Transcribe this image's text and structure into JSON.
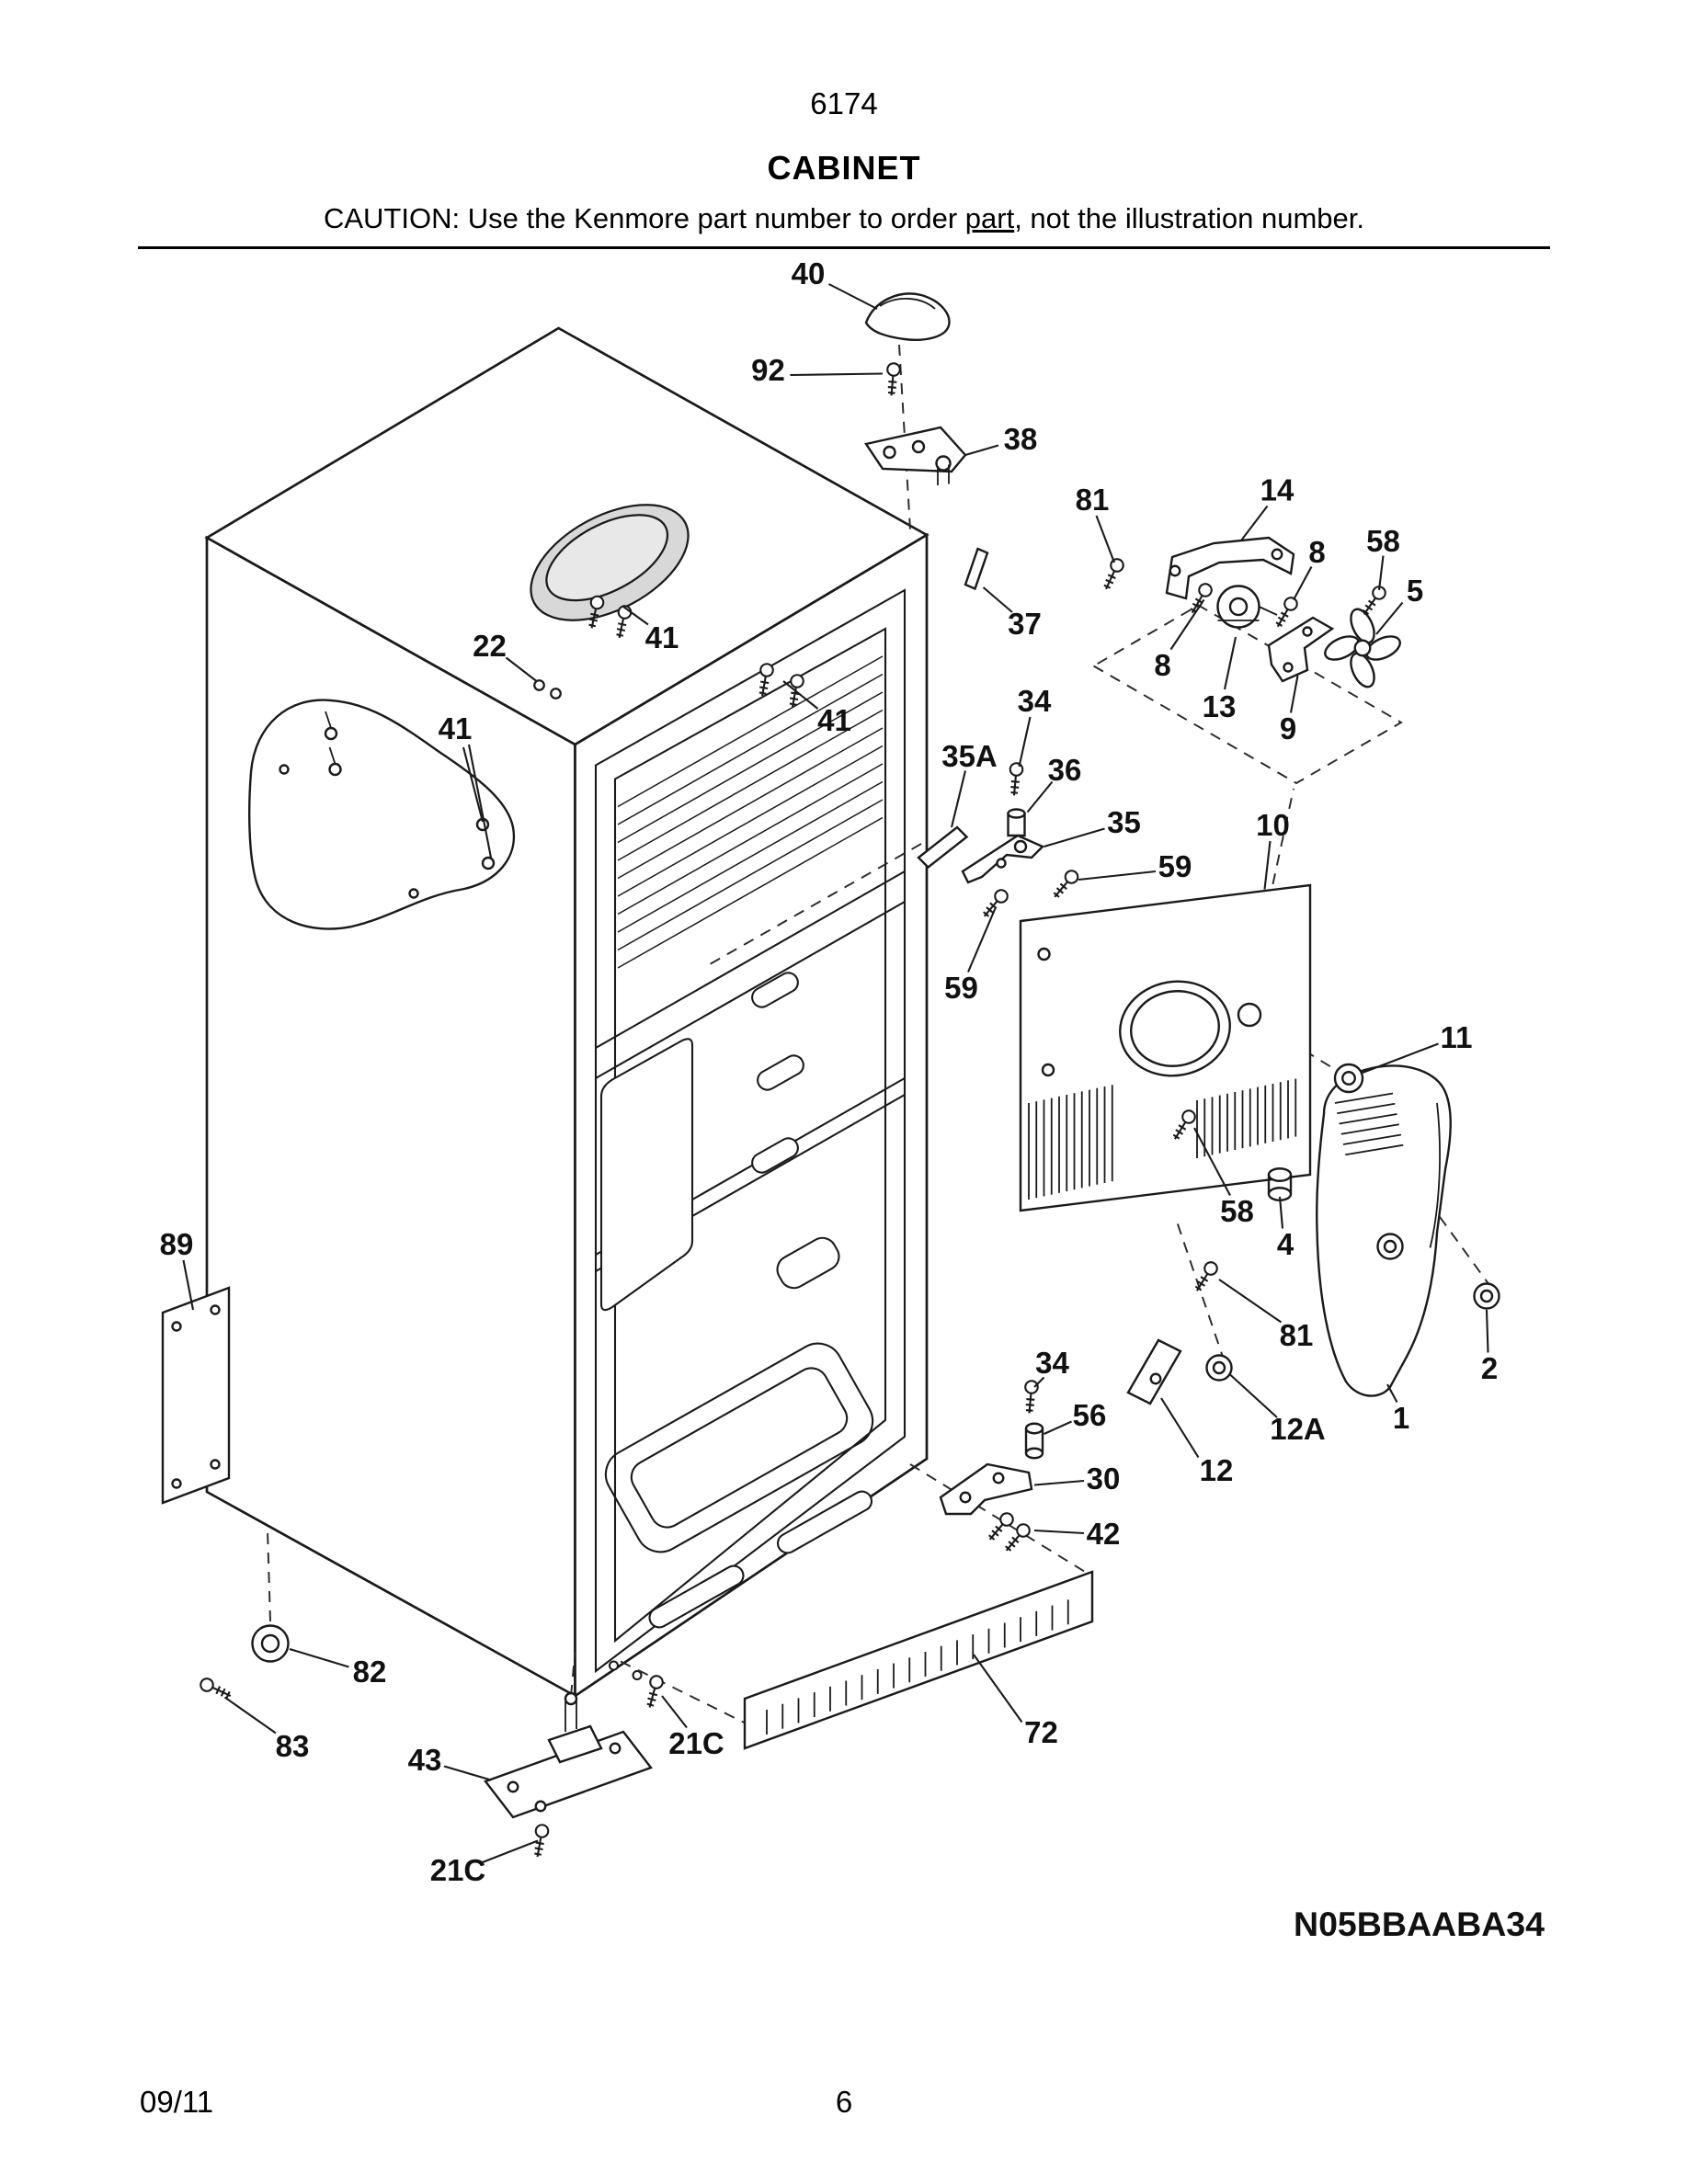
{
  "page": {
    "doc_number": "6174",
    "title": "CABINET",
    "caution_prefix": "CAUTION: Use the Kenmore part number to order ",
    "caution_underline": "part",
    "caution_suffix": ", not the illustration number.",
    "model_code": "N05BBAABA34",
    "footer_date": "09/11",
    "footer_page": "6"
  },
  "diagram": {
    "callouts": [
      {
        "label": "40"
      },
      {
        "label": "92"
      },
      {
        "label": "38"
      },
      {
        "label": "81"
      },
      {
        "label": "14"
      },
      {
        "label": "8"
      },
      {
        "label": "58"
      },
      {
        "label": "5"
      },
      {
        "label": "37"
      },
      {
        "label": "8"
      },
      {
        "label": "13"
      },
      {
        "label": "9"
      },
      {
        "label": "22"
      },
      {
        "label": "41"
      },
      {
        "label": "41"
      },
      {
        "label": "41"
      },
      {
        "label": "34"
      },
      {
        "label": "35A"
      },
      {
        "label": "36"
      },
      {
        "label": "35"
      },
      {
        "label": "59"
      },
      {
        "label": "10"
      },
      {
        "label": "59"
      },
      {
        "label": "11"
      },
      {
        "label": "58"
      },
      {
        "label": "4"
      },
      {
        "label": "89"
      },
      {
        "label": "81"
      },
      {
        "label": "2"
      },
      {
        "label": "34"
      },
      {
        "label": "56"
      },
      {
        "label": "12A"
      },
      {
        "label": "1"
      },
      {
        "label": "12"
      },
      {
        "label": "30"
      },
      {
        "label": "42"
      },
      {
        "label": "82"
      },
      {
        "label": "83"
      },
      {
        "label": "43"
      },
      {
        "label": "21C"
      },
      {
        "label": "72"
      },
      {
        "label": "21C"
      }
    ]
  }
}
